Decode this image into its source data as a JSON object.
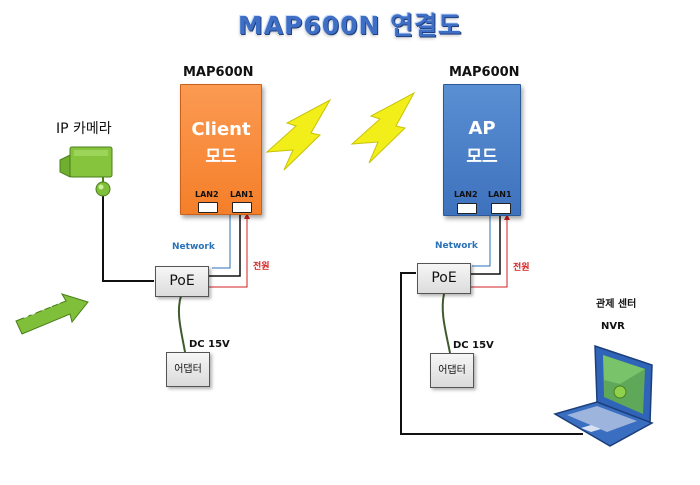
{
  "title": "MAP600N 연결도",
  "left_device": {
    "model": "MAP600N",
    "mode_line1": "Client",
    "mode_line2": "모드",
    "lan2": "LAN2",
    "lan1": "LAN1"
  },
  "right_device": {
    "model": "MAP600N",
    "mode_line1": "AP",
    "mode_line2": "모드",
    "lan2": "LAN2",
    "lan1": "LAN1"
  },
  "camera_label": "IP 카메라",
  "left_poe": {
    "label": "PoE",
    "network": "Network",
    "power": "전원",
    "dc": "DC 15V",
    "adapter": "어댑터"
  },
  "right_poe": {
    "label": "PoE",
    "network": "Network",
    "power": "전원",
    "dc": "DC 15V",
    "adapter": "어댑터"
  },
  "video_data_label": "영상데이터",
  "center_label": "관제 센터",
  "nvr_label": "NVR",
  "colors": {
    "title": "#3f6fc4",
    "client_box": "#f58a3a",
    "ap_box": "#4a7fc6",
    "network": "#2a72b8",
    "power": "#d11f1f",
    "lightning": "#f2ee1a",
    "camera": "#7fbf3a"
  }
}
